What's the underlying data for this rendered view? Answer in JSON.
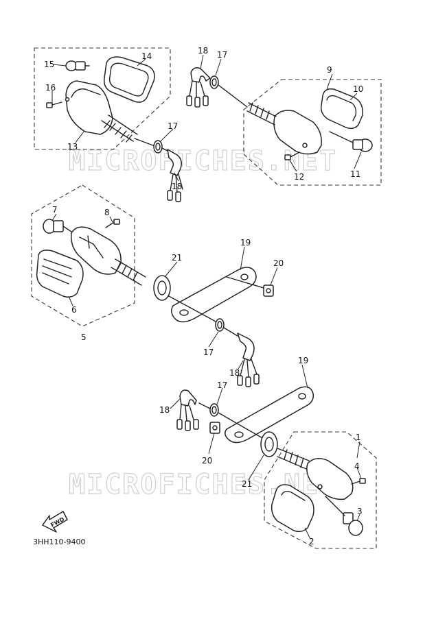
{
  "watermark": "MICROFICHES.NET",
  "diagram_code": "3HH110-9400",
  "fwd_label": "FWD",
  "callouts": [
    "1",
    "2",
    "3",
    "4",
    "5",
    "6",
    "7",
    "8",
    "9",
    "10",
    "11",
    "12",
    "13",
    "14",
    "15",
    "16",
    "17",
    "18",
    "19",
    "20",
    "21"
  ]
}
